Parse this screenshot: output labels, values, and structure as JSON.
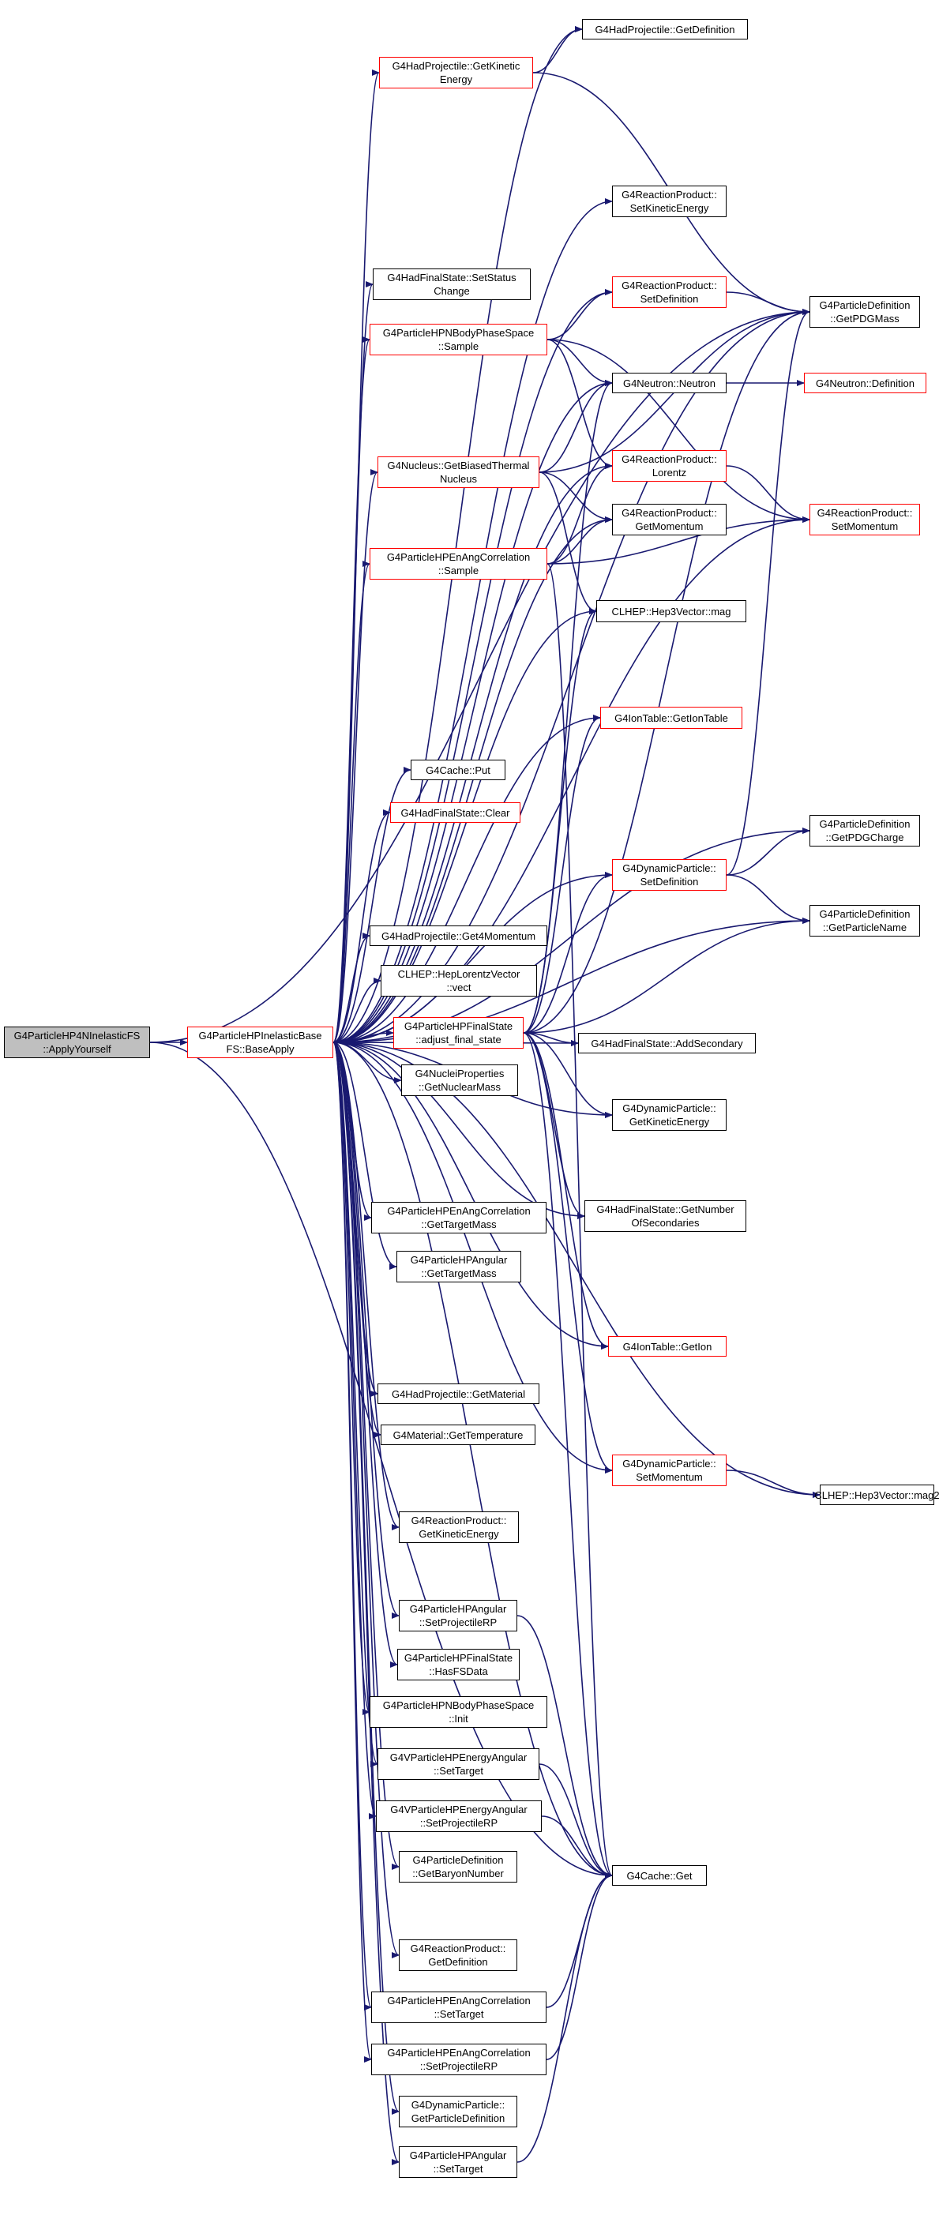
{
  "colors": {
    "edge": "#191970",
    "node_border": "#000000",
    "node_border_truncated": "#ff0000",
    "root_fill": "#bfbfbf"
  },
  "nodes": [
    {
      "id": "root",
      "lines": [
        "G4ParticleHP4NInelasticFS",
        "::ApplyYourself"
      ],
      "style": "root"
    },
    {
      "id": "baseapply",
      "lines": [
        "G4ParticleHPInelasticBase",
        "FS::BaseApply"
      ],
      "style": "red"
    },
    {
      "id": "hp_getdef",
      "lines": [
        "G4HadProjectile::GetDefinition"
      ],
      "style": "black"
    },
    {
      "id": "hp_getke",
      "lines": [
        "G4HadProjectile::GetKinetic",
        "Energy"
      ],
      "style": "red"
    },
    {
      "id": "rp_setke",
      "lines": [
        "G4ReactionProduct::",
        "SetKineticEnergy"
      ],
      "style": "black"
    },
    {
      "id": "hfs_setstatus",
      "lines": [
        "G4HadFinalState::SetStatus",
        "Change"
      ],
      "style": "black"
    },
    {
      "id": "rp_setdef",
      "lines": [
        "G4ReactionProduct::",
        "SetDefinition"
      ],
      "style": "red"
    },
    {
      "id": "pd_getpdgmass",
      "lines": [
        "G4ParticleDefinition",
        "::GetPDGMass"
      ],
      "style": "black"
    },
    {
      "id": "nbps_sample",
      "lines": [
        "G4ParticleHPNBodyPhaseSpace",
        "::Sample"
      ],
      "style": "red"
    },
    {
      "id": "neutron",
      "lines": [
        "G4Neutron::Neutron"
      ],
      "style": "black"
    },
    {
      "id": "neutron_def",
      "lines": [
        "G4Neutron::Definition"
      ],
      "style": "red"
    },
    {
      "id": "nucleus_gbtn",
      "lines": [
        "G4Nucleus::GetBiasedThermal",
        "Nucleus"
      ],
      "style": "red"
    },
    {
      "id": "rp_lorentz",
      "lines": [
        "G4ReactionProduct::",
        "Lorentz"
      ],
      "style": "red"
    },
    {
      "id": "rp_getmom",
      "lines": [
        "G4ReactionProduct::",
        "GetMomentum"
      ],
      "style": "black"
    },
    {
      "id": "rp_setmom",
      "lines": [
        "G4ReactionProduct::",
        "SetMomentum"
      ],
      "style": "red"
    },
    {
      "id": "eac_sample",
      "lines": [
        "G4ParticleHPEnAngCorrelation",
        "::Sample"
      ],
      "style": "red"
    },
    {
      "id": "h3v_mag",
      "lines": [
        "CLHEP::Hep3Vector::mag"
      ],
      "style": "black"
    },
    {
      "id": "it_getiontable",
      "lines": [
        "G4IonTable::GetIonTable"
      ],
      "style": "red"
    },
    {
      "id": "cache_put",
      "lines": [
        "G4Cache::Put"
      ],
      "style": "black"
    },
    {
      "id": "hfs_clear",
      "lines": [
        "G4HadFinalState::Clear"
      ],
      "style": "red"
    },
    {
      "id": "pd_getpdgcharge",
      "lines": [
        "G4ParticleDefinition",
        "::GetPDGCharge"
      ],
      "style": "black"
    },
    {
      "id": "dp_setdef",
      "lines": [
        "G4DynamicParticle::",
        "SetDefinition"
      ],
      "style": "red"
    },
    {
      "id": "pd_getname",
      "lines": [
        "G4ParticleDefinition",
        "::GetParticleName"
      ],
      "style": "black"
    },
    {
      "id": "hp_get4mom",
      "lines": [
        "G4HadProjectile::Get4Momentum"
      ],
      "style": "black"
    },
    {
      "id": "hlv_vect",
      "lines": [
        "CLHEP::HepLorentzVector",
        "::vect"
      ],
      "style": "black"
    },
    {
      "id": "fs_adjust",
      "lines": [
        "G4ParticleHPFinalState",
        "::adjust_final_state"
      ],
      "style": "red"
    },
    {
      "id": "hfs_addsec",
      "lines": [
        "G4HadFinalState::AddSecondary"
      ],
      "style": "black"
    },
    {
      "id": "np_getnucmass",
      "lines": [
        "G4NucleiProperties",
        "::GetNuclearMass"
      ],
      "style": "black"
    },
    {
      "id": "dp_getke",
      "lines": [
        "G4DynamicParticle::",
        "GetKineticEnergy"
      ],
      "style": "black"
    },
    {
      "id": "hfs_getnumsec",
      "lines": [
        "G4HadFinalState::GetNumber",
        "OfSecondaries"
      ],
      "style": "black"
    },
    {
      "id": "eac_gettm",
      "lines": [
        "G4ParticleHPEnAngCorrelation",
        "::GetTargetMass"
      ],
      "style": "black"
    },
    {
      "id": "ang_gettm",
      "lines": [
        "G4ParticleHPAngular",
        "::GetTargetMass"
      ],
      "style": "black"
    },
    {
      "id": "it_getion",
      "lines": [
        "G4IonTable::GetIon"
      ],
      "style": "red"
    },
    {
      "id": "hp_getmat",
      "lines": [
        "G4HadProjectile::GetMaterial"
      ],
      "style": "black"
    },
    {
      "id": "mat_gettemp",
      "lines": [
        "G4Material::GetTemperature"
      ],
      "style": "black"
    },
    {
      "id": "dp_setmom",
      "lines": [
        "G4DynamicParticle::",
        "SetMomentum"
      ],
      "style": "red"
    },
    {
      "id": "h3v_mag2",
      "lines": [
        "CLHEP::Hep3Vector::mag2"
      ],
      "style": "black"
    },
    {
      "id": "rp_getke",
      "lines": [
        "G4ReactionProduct::",
        "GetKineticEnergy"
      ],
      "style": "black"
    },
    {
      "id": "ang_setprp",
      "lines": [
        "G4ParticleHPAngular",
        "::SetProjectileRP"
      ],
      "style": "black"
    },
    {
      "id": "fs_hasfsdata",
      "lines": [
        "G4ParticleHPFinalState",
        "::HasFSData"
      ],
      "style": "black"
    },
    {
      "id": "nbps_init",
      "lines": [
        "G4ParticleHPNBodyPhaseSpace",
        "::Init"
      ],
      "style": "black"
    },
    {
      "id": "vea_settarget",
      "lines": [
        "G4VParticleHPEnergyAngular",
        "::SetTarget"
      ],
      "style": "black"
    },
    {
      "id": "vea_setprp",
      "lines": [
        "G4VParticleHPEnergyAngular",
        "::SetProjectileRP"
      ],
      "style": "black"
    },
    {
      "id": "pd_getbaryon",
      "lines": [
        "G4ParticleDefinition",
        "::GetBaryonNumber"
      ],
      "style": "black"
    },
    {
      "id": "cache_get",
      "lines": [
        "G4Cache::Get"
      ],
      "style": "black"
    },
    {
      "id": "rp_getdef",
      "lines": [
        "G4ReactionProduct::",
        "GetDefinition"
      ],
      "style": "black"
    },
    {
      "id": "eac_settarget",
      "lines": [
        "G4ParticleHPEnAngCorrelation",
        "::SetTarget"
      ],
      "style": "black"
    },
    {
      "id": "eac_setprp",
      "lines": [
        "G4ParticleHPEnAngCorrelation",
        "::SetProjectileRP"
      ],
      "style": "black"
    },
    {
      "id": "dp_getpdef",
      "lines": [
        "G4DynamicParticle::",
        "GetParticleDefinition"
      ],
      "style": "black"
    },
    {
      "id": "ang_settarget",
      "lines": [
        "G4ParticleHPAngular",
        "::SetTarget"
      ],
      "style": "black"
    }
  ],
  "edges": [
    [
      "root",
      "baseapply"
    ],
    [
      "root",
      "cache_get"
    ],
    [
      "root",
      "pd_getpdgmass"
    ],
    [
      "baseapply",
      "hp_getdef"
    ],
    [
      "baseapply",
      "hp_getke"
    ],
    [
      "baseapply",
      "rp_setke"
    ],
    [
      "baseapply",
      "hfs_setstatus"
    ],
    [
      "baseapply",
      "rp_setdef"
    ],
    [
      "baseapply",
      "pd_getpdgmass"
    ],
    [
      "baseapply",
      "nbps_sample"
    ],
    [
      "baseapply",
      "neutron"
    ],
    [
      "baseapply",
      "nucleus_gbtn"
    ],
    [
      "baseapply",
      "rp_lorentz"
    ],
    [
      "baseapply",
      "rp_getmom"
    ],
    [
      "baseapply",
      "rp_setmom"
    ],
    [
      "baseapply",
      "eac_sample"
    ],
    [
      "baseapply",
      "h3v_mag"
    ],
    [
      "baseapply",
      "it_getiontable"
    ],
    [
      "baseapply",
      "cache_put"
    ],
    [
      "baseapply",
      "hfs_clear"
    ],
    [
      "baseapply",
      "pd_getpdgcharge"
    ],
    [
      "baseapply",
      "dp_setdef"
    ],
    [
      "baseapply",
      "pd_getname"
    ],
    [
      "baseapply",
      "hp_get4mom"
    ],
    [
      "baseapply",
      "hlv_vect"
    ],
    [
      "baseapply",
      "fs_adjust"
    ],
    [
      "baseapply",
      "hfs_addsec"
    ],
    [
      "baseapply",
      "np_getnucmass"
    ],
    [
      "baseapply",
      "dp_getke"
    ],
    [
      "baseapply",
      "hfs_getnumsec"
    ],
    [
      "baseapply",
      "eac_gettm"
    ],
    [
      "baseapply",
      "ang_gettm"
    ],
    [
      "baseapply",
      "it_getion"
    ],
    [
      "baseapply",
      "hp_getmat"
    ],
    [
      "baseapply",
      "mat_gettemp"
    ],
    [
      "baseapply",
      "dp_setmom"
    ],
    [
      "baseapply",
      "h3v_mag2"
    ],
    [
      "baseapply",
      "rp_getke"
    ],
    [
      "baseapply",
      "ang_setprp"
    ],
    [
      "baseapply",
      "fs_hasfsdata"
    ],
    [
      "baseapply",
      "nbps_init"
    ],
    [
      "baseapply",
      "vea_settarget"
    ],
    [
      "baseapply",
      "vea_setprp"
    ],
    [
      "baseapply",
      "pd_getbaryon"
    ],
    [
      "baseapply",
      "cache_get"
    ],
    [
      "baseapply",
      "rp_getdef"
    ],
    [
      "baseapply",
      "eac_settarget"
    ],
    [
      "baseapply",
      "eac_setprp"
    ],
    [
      "baseapply",
      "dp_getpdef"
    ],
    [
      "baseapply",
      "ang_settarget"
    ],
    [
      "hp_getke",
      "hp_getdef"
    ],
    [
      "hp_getke",
      "pd_getpdgmass"
    ],
    [
      "rp_setdef",
      "pd_getpdgmass"
    ],
    [
      "nbps_sample",
      "rp_setdef"
    ],
    [
      "nbps_sample",
      "neutron"
    ],
    [
      "nbps_sample",
      "rp_lorentz"
    ],
    [
      "nbps_sample",
      "rp_setmom"
    ],
    [
      "neutron",
      "neutron_def"
    ],
    [
      "nucleus_gbtn",
      "neutron"
    ],
    [
      "nucleus_gbtn",
      "pd_getpdgmass"
    ],
    [
      "nucleus_gbtn",
      "rp_getmom"
    ],
    [
      "nucleus_gbtn",
      "h3v_mag"
    ],
    [
      "rp_lorentz",
      "rp_setmom"
    ],
    [
      "eac_sample",
      "rp_lorentz"
    ],
    [
      "eac_sample",
      "rp_getmom"
    ],
    [
      "eac_sample",
      "rp_setmom"
    ],
    [
      "eac_sample",
      "cache_get"
    ],
    [
      "dp_setdef",
      "pd_getpdgcharge"
    ],
    [
      "dp_setdef",
      "pd_getname"
    ],
    [
      "dp_setdef",
      "pd_getpdgmass"
    ],
    [
      "fs_adjust",
      "neutron"
    ],
    [
      "fs_adjust",
      "h3v_mag"
    ],
    [
      "fs_adjust",
      "it_getiontable"
    ],
    [
      "fs_adjust",
      "dp_setdef"
    ],
    [
      "fs_adjust",
      "pd_getname"
    ],
    [
      "fs_adjust",
      "hfs_addsec"
    ],
    [
      "fs_adjust",
      "dp_getke"
    ],
    [
      "fs_adjust",
      "hfs_getnumsec"
    ],
    [
      "fs_adjust",
      "it_getion"
    ],
    [
      "fs_adjust",
      "dp_setmom"
    ],
    [
      "fs_adjust",
      "cache_get"
    ],
    [
      "fs_adjust",
      "pd_getpdgmass"
    ],
    [
      "dp_setmom",
      "h3v_mag2"
    ],
    [
      "ang_setprp",
      "cache_get"
    ],
    [
      "vea_settarget",
      "cache_get"
    ],
    [
      "vea_setprp",
      "cache_get"
    ],
    [
      "eac_settarget",
      "cache_get"
    ],
    [
      "eac_setprp",
      "cache_get"
    ],
    [
      "ang_settarget",
      "cache_get"
    ]
  ]
}
